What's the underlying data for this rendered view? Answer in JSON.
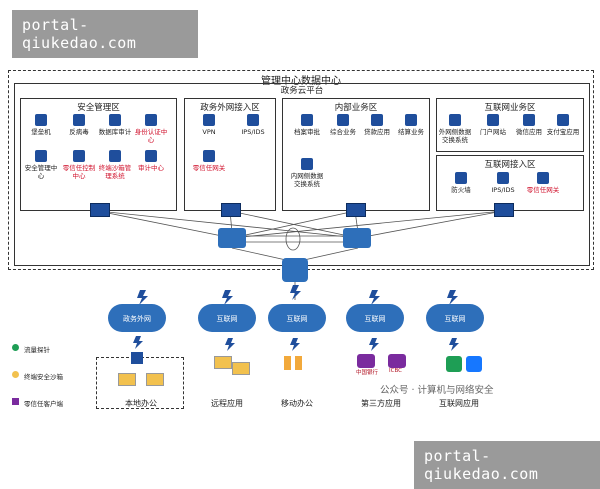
{
  "watermark_top": "portal-qiukedao.com",
  "watermark_bottom": "portal-qiukedao.com",
  "outer_title": "管理中心数据中心",
  "gov_cloud_title": "政务云平台",
  "zones": {
    "security": {
      "title": "安全管理区",
      "items": [
        "堡垒机",
        "反病毒",
        "数据库审计",
        "身份认证中心",
        "安全管理中心",
        "零信任控制中心",
        "终端沙箱管理系统",
        "审计中心"
      ]
    },
    "extranet_access": {
      "title": "政务外网接入区",
      "items": [
        "VPN",
        "IPS/IDS",
        "零信任网关"
      ]
    },
    "intranet": {
      "title": "内部业务区",
      "items": [
        "档案审批",
        "综合业务",
        "贷款应用",
        "结算业务",
        "内网侧数据交换系统"
      ]
    },
    "internet_business": {
      "title": "互联网业务区",
      "items": [
        "外网侧数据交换系统",
        "门户网站",
        "微信应用",
        "支付宝应用"
      ]
    },
    "internet_access": {
      "title": "互联网接入区",
      "items": [
        "防火墙",
        "IPS/IDS",
        "零信任网关"
      ]
    }
  },
  "clouds": [
    "政务外网",
    "互联网",
    "互联网",
    "互联网",
    "互联网"
  ],
  "bottom_labels": [
    "本地办公",
    "远程应用",
    "移动办公",
    "第三方应用",
    "互联网应用"
  ],
  "legend": [
    "流量探针",
    "终端安全沙箱",
    "零信任客户端"
  ],
  "credit": "公众号 · 计算机与网络安全",
  "bank_labels": [
    "中国银行",
    "ICBC"
  ],
  "colors": {
    "accent_blue": "#1f4e9c",
    "cloud": "#2e6fba",
    "red_text": "#d0102b",
    "green": "#1e9e55",
    "purple": "#7a2b9e"
  }
}
